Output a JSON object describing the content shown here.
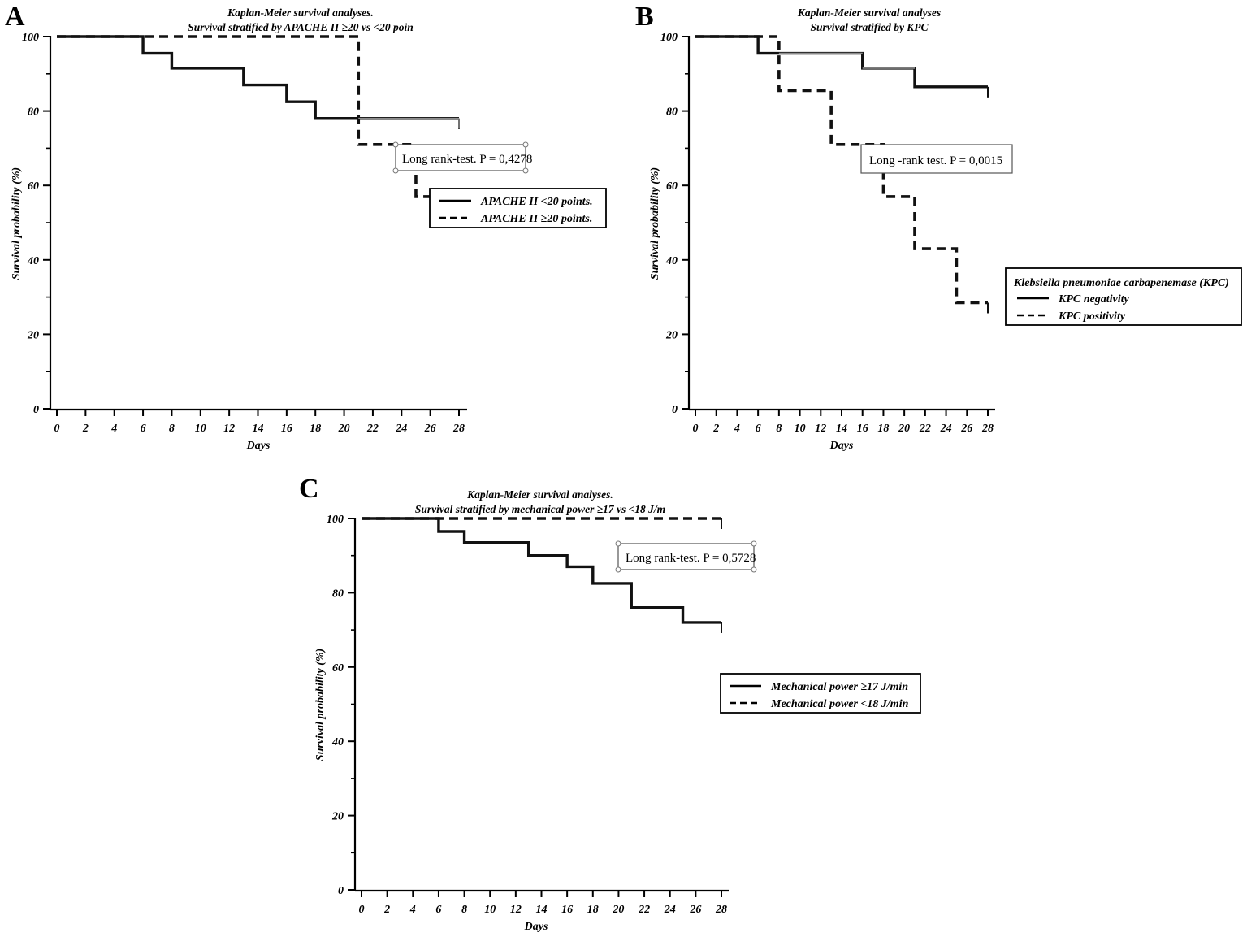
{
  "figure": {
    "axis": {
      "xlabel": "Days",
      "ylabel": "Survival probability (%)",
      "xticks": [
        "0",
        "2",
        "4",
        "6",
        "8",
        "10",
        "12",
        "14",
        "16",
        "18",
        "20",
        "22",
        "24",
        "26",
        "28"
      ],
      "yticks": [
        "0",
        "20",
        "40",
        "60",
        "80",
        "100"
      ],
      "xlim": [
        0,
        28
      ],
      "ylim": [
        0,
        100
      ]
    },
    "panels": [
      {
        "letter": "A",
        "title_line1": "Kaplan-Meier survival analyses.",
        "title_line2": "Survival stratified by APACHE II ≥20 vs <20 poin",
        "annotation": "Long rank-test. P = 0,4278",
        "pvalue": "0,4278",
        "legend_title": "",
        "legend": [
          {
            "style": "solid",
            "label": "APACHE II <20 points."
          },
          {
            "style": "dashed",
            "label": "APACHE II ≥20 points."
          }
        ]
      },
      {
        "letter": "B",
        "title_line1": "Kaplan-Meier survival analyses",
        "title_line2": "Survival stratified by KPC",
        "annotation": "Long -rank test. P = 0,0015",
        "pvalue": "0,0015",
        "legend_title": "Klebsiella pneumoniae carbapenemase (KPC)",
        "legend": [
          {
            "style": "solid",
            "label": "KPC negativity"
          },
          {
            "style": "dashed",
            "label": "KPC positivity"
          }
        ]
      },
      {
        "letter": "C",
        "title_line1": "Kaplan-Meier survival analyses.",
        "title_line2": "Survival stratified by mechanical power ≥17 vs <18 J/m",
        "annotation": "Long rank-test. P = 0,5728",
        "pvalue": "0,5728",
        "legend_title": "",
        "legend": [
          {
            "style": "solid",
            "label": "Mechanical power ≥17 J/min"
          },
          {
            "style": "dashed",
            "label": "Mechanical power <18 J/min"
          }
        ]
      }
    ]
  },
  "chart_data": [
    {
      "type": "line",
      "panel": "A",
      "title": "Kaplan-Meier survival analyses. Survival stratified by APACHE II ≥20 vs <20 poin",
      "xlabel": "Days",
      "ylabel": "Survival probability (%)",
      "xlim": [
        0,
        28
      ],
      "ylim": [
        0,
        100
      ],
      "grid": false,
      "legend_position": "right-inside",
      "annotations": [
        "Long rank-test. P = 0,4278"
      ],
      "series": [
        {
          "name": "APACHE II <20 points.",
          "style": "solid",
          "x": [
            0,
            6,
            6,
            8,
            8,
            13,
            13,
            16,
            16,
            18,
            18,
            28
          ],
          "y": [
            100,
            100,
            95.5,
            95.5,
            91.5,
            91.5,
            87,
            87,
            82.5,
            82.5,
            78,
            78
          ]
        },
        {
          "name": "APACHE II ≥20 points.",
          "style": "dashed",
          "x": [
            0,
            21,
            21,
            25,
            25,
            28
          ],
          "y": [
            100,
            100,
            71,
            71,
            57,
            57
          ]
        }
      ]
    },
    {
      "type": "line",
      "panel": "B",
      "title": "Kaplan-Meier survival analyses Survival stratified by KPC",
      "xlabel": "Days",
      "ylabel": "Survival probability (%)",
      "xlim": [
        0,
        28
      ],
      "ylim": [
        0,
        100
      ],
      "grid": false,
      "legend_position": "right-outside",
      "annotations": [
        "Long -rank test. P = 0,0015"
      ],
      "series": [
        {
          "name": "KPC negativity",
          "style": "solid",
          "x": [
            0,
            6,
            6,
            16,
            16,
            21,
            21,
            28
          ],
          "y": [
            100,
            100,
            95.5,
            95.5,
            91.5,
            91.5,
            86.5,
            86.5
          ]
        },
        {
          "name": "KPC positivity",
          "style": "dashed",
          "x": [
            0,
            8,
            8,
            13,
            13,
            18,
            18,
            21,
            21,
            25,
            25,
            28
          ],
          "y": [
            100,
            100,
            85.5,
            85.5,
            71,
            71,
            57,
            57,
            43,
            43,
            28.5,
            28.5
          ]
        }
      ]
    },
    {
      "type": "line",
      "panel": "C",
      "title": "Kaplan-Meier survival analyses. Survival stratified by mechanical power ≥17 vs <18 J/m",
      "xlabel": "Days",
      "ylabel": "Survival probability (%)",
      "xlim": [
        0,
        28
      ],
      "ylim": [
        0,
        100
      ],
      "grid": false,
      "legend_position": "right-inside",
      "annotations": [
        "Long rank-test. P = 0,5728"
      ],
      "series": [
        {
          "name": "Mechanical power ≥17 J/min",
          "style": "solid",
          "x": [
            0,
            6,
            6,
            8,
            8,
            13,
            13,
            16,
            16,
            18,
            18,
            21,
            21,
            25,
            25,
            28
          ],
          "y": [
            100,
            100,
            96.5,
            96.5,
            93.5,
            93.5,
            90,
            90,
            87,
            87,
            82.5,
            82.5,
            76,
            76,
            72,
            72
          ]
        },
        {
          "name": "Mechanical power <18 J/min",
          "style": "dashed",
          "x": [
            0,
            28
          ],
          "y": [
            100,
            100
          ]
        }
      ]
    }
  ]
}
